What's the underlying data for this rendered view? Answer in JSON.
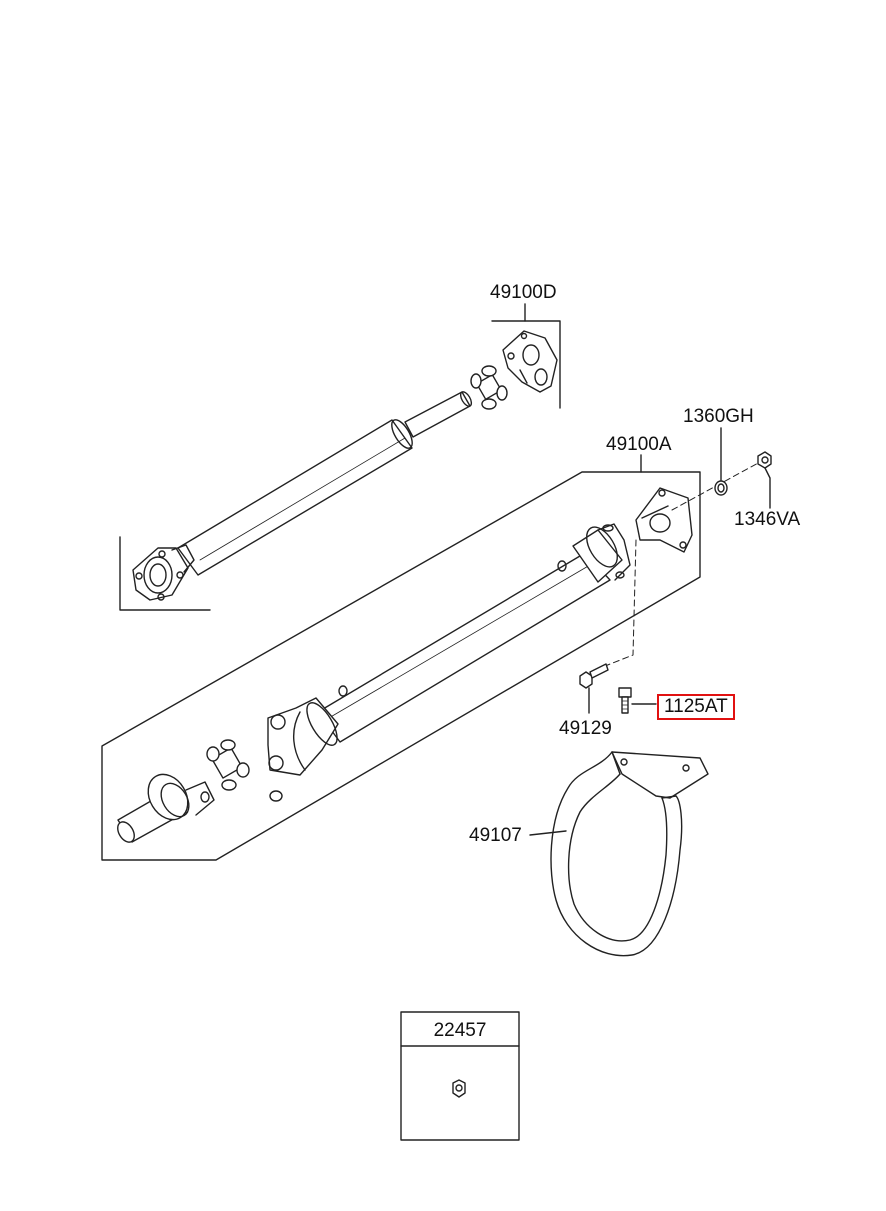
{
  "diagram": {
    "labels": {
      "p49100D": "49100D",
      "p1360GH": "1360GH",
      "p49100A": "49100A",
      "p1346VA": "1346VA",
      "p49129": "49129",
      "p1125AT": "1125AT",
      "p49107": "49107",
      "p22457": "22457"
    },
    "highlighted_part": "1125AT",
    "highlight_color": "#e11111"
  }
}
